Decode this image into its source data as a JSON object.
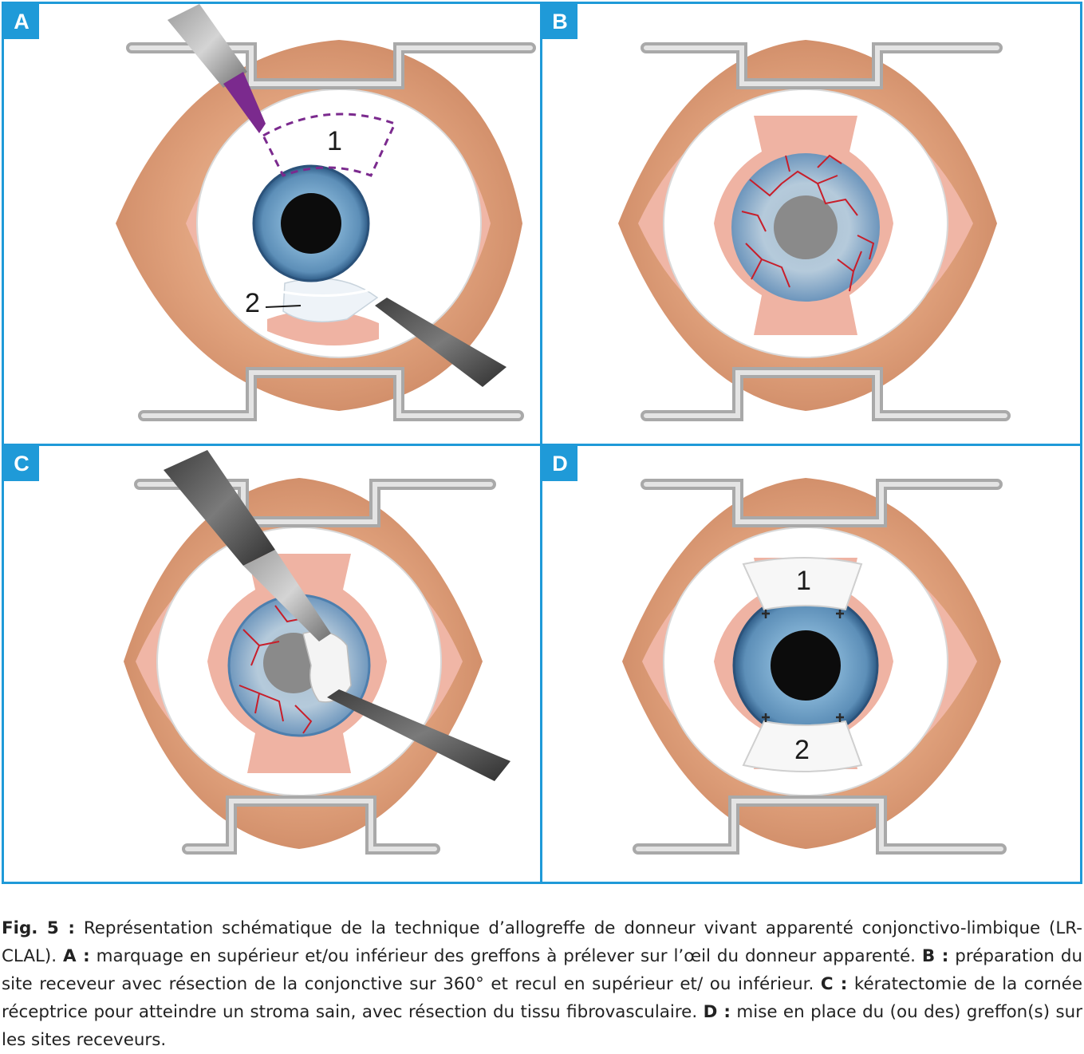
{
  "panels": {
    "A": {
      "tag": "A",
      "label_1": "1",
      "label_2": "2"
    },
    "B": {
      "tag": "B"
    },
    "C": {
      "tag": "C"
    },
    "D": {
      "tag": "D",
      "label_1": "1",
      "label_2": "2"
    }
  },
  "caption": {
    "fig_label": "Fig. 5 :",
    "intro": " Représentation schématique de la technique d’allogreffe de donneur vivant apparenté conjonctivo-limbique (LR-CLAL). ",
    "a_label": "A :",
    "a_text": " marquage en supérieur et/ou inférieur des greffons à prélever sur l’œil du donneur apparenté. ",
    "b_label": "B :",
    "b_text": " préparation du site receveur avec résection de la conjonctive sur 360° et recul en supérieur et/ ou inférieur. ",
    "c_label": "C :",
    "c_text": " kératectomie de la cornée réceptrice pour atteindre un stroma sain, avec résection du tissu fibrovasculaire. ",
    "d_label": "D :",
    "d_text": " mise en place du (ou des) greffon(s) sur les sites receveurs."
  },
  "colors": {
    "frame": "#1f9ad8",
    "skin": "#d99a74",
    "sclera": "#ffffff",
    "bare_tissue": "#efb3a3",
    "iris": "#5d8fb8",
    "marker": "#7b2a8e",
    "vessel": "#c81e2a"
  }
}
